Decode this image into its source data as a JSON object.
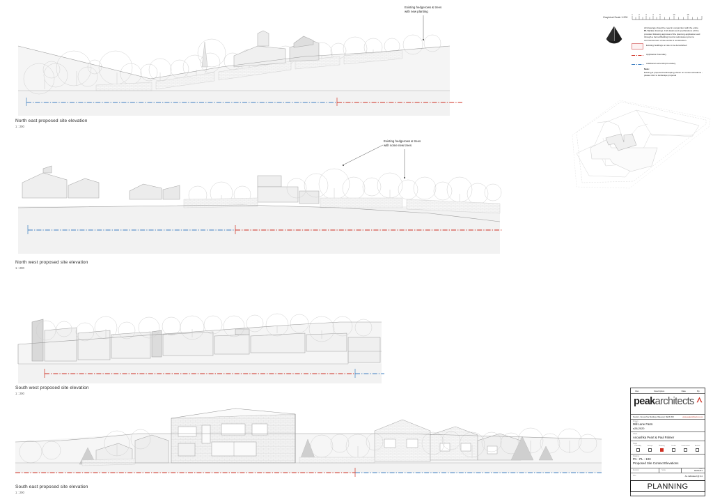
{
  "sheet": {
    "drawing_type": "architectural-elevation-sheet",
    "stamp": "PLANNING"
  },
  "scalebar": {
    "label": "Graphical Scale 1:200",
    "ticks": [
      "1",
      "2",
      "3",
      "4",
      "5",
      "10",
      "15"
    ]
  },
  "north_arrow": {
    "name": "north-point-symbol"
  },
  "general_notes": {
    "text_lead": "All drawings should be read in conjunction with the entire ",
    "text_bold": "PL Series",
    "text_rest": " drawings. Full details and specifications will be provided following approval of the planning application and through a formal Building Control submission prior to commencement of  site works & construction."
  },
  "legend": {
    "items": [
      {
        "key": "swatch-pink",
        "label": "Existing buildings on site to be demolished"
      },
      {
        "key": "dash-dot-red",
        "label": "Application boundary"
      },
      {
        "key": "dash-dot-blue",
        "label": "Additional ownership boundary"
      }
    ]
  },
  "footer_note": {
    "heading": "Note:",
    "body": "Existing & proposed landscaping shown on context elevations - please refer to landscape proposal"
  },
  "annotations": [
    {
      "id": "annot-ne",
      "line1": "Existing hedgerows & trees",
      "line2": "with new planting"
    },
    {
      "id": "annot-nw",
      "line1": "Existing hedgerows & trees",
      "line2": "with some new trees"
    }
  ],
  "elevations": [
    {
      "id": "north-east",
      "label": "North east proposed site elevation",
      "scale": "1 : 200"
    },
    {
      "id": "north-west",
      "label": "North west proposed site elevation",
      "scale": "1 : 200"
    },
    {
      "id": "south-west",
      "label": "South west proposed site elevation",
      "scale": "1 : 200"
    },
    {
      "id": "south-east",
      "label": "South east proposed site elevation",
      "scale": "1 : 200"
    }
  ],
  "titleblock": {
    "revision_header": {
      "rev": "Rev",
      "description": "Description",
      "date": "Date",
      "by": "By"
    },
    "practice_name_bold": "peak",
    "practice_name_light": "architects",
    "address": "Studio 4, Devonshire Buildings, Bakewell, DE45 1BR",
    "contact": "www.peakarchitects.co.uk",
    "project": {
      "caption": "Project",
      "line1": "Mill Lane Farm",
      "line2": "n28-2020"
    },
    "client": {
      "caption": "Client",
      "value": "Anoushka Peart & Paul Palmer"
    },
    "stage": {
      "caption": "Stage",
      "cells": [
        {
          "name": "Feasibility",
          "checked": false
        },
        {
          "name": "Concept",
          "checked": false
        },
        {
          "name": "Planning",
          "checked": true
        },
        {
          "name": "Tender",
          "checked": false
        },
        {
          "name": "Construction",
          "checked": false
        },
        {
          "name": "Archive",
          "checked": false
        }
      ]
    },
    "drawing": {
      "caption": "Drawing",
      "number": "PA - PL - 103",
      "title": "Proposed Site Context Elevations"
    },
    "meta": {
      "revision_caption": "Revision",
      "revision_value": "",
      "scale_caption": "Scale",
      "scale_value": "",
      "date_caption": "Date",
      "date_value": "02/01/21"
    },
    "size": {
      "caption": "Size",
      "value": "As indicated @ A1"
    }
  },
  "colors": {
    "application_boundary": "#cf2f22",
    "ownership_boundary": "#3d7fc1",
    "demolition_swatch": "#e08a8a",
    "accent": "#cf2f22",
    "ground_fill": "#f4f4f4",
    "line": "#b9b9b9"
  }
}
